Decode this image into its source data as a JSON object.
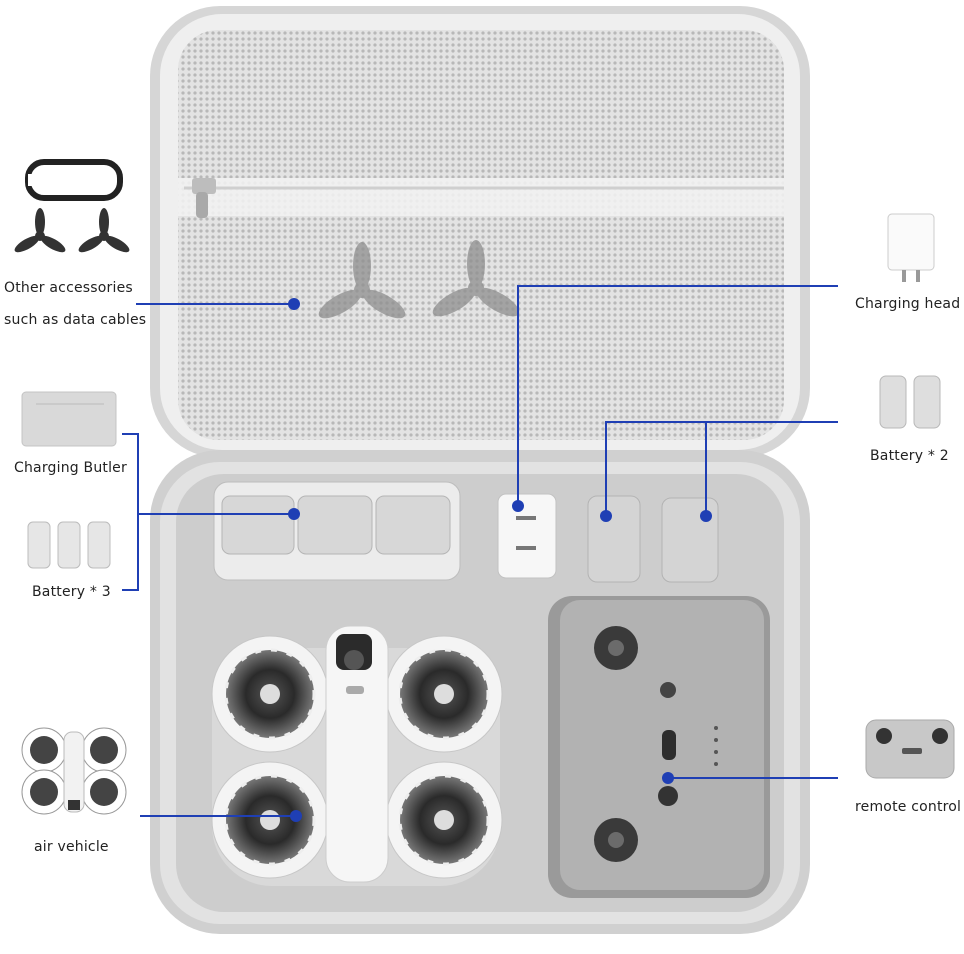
{
  "labels": {
    "other_accessories_line1": "Other accessories",
    "other_accessories_line2": "such as data cables",
    "charging_butler": "Charging Butler",
    "battery_3": "Battery * 3",
    "air_vehicle": "air vehicle",
    "charging_head": "Charging head",
    "battery_2": "Battery * 2",
    "remote_control": "remote control"
  },
  "colors": {
    "callout_line": "#1f3fb4",
    "case_shell": "#d8d8d8",
    "case_interior": "#c9c9c9",
    "mesh": "#bdbdbd"
  }
}
